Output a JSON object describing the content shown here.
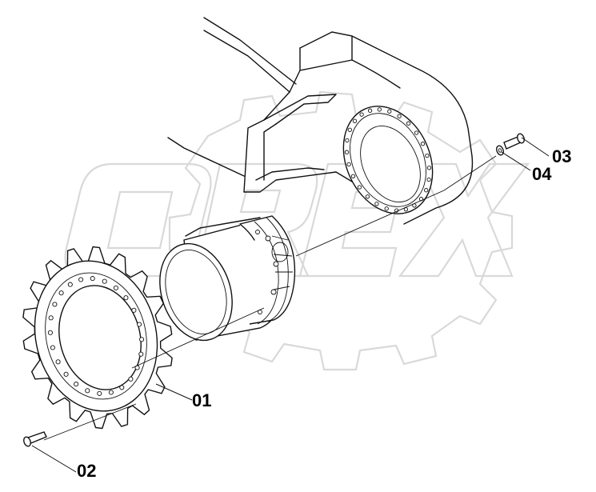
{
  "parts": [
    {
      "id": "sprocket",
      "label": "01"
    },
    {
      "id": "sprocket-bolt",
      "label": "02"
    },
    {
      "id": "motor-bolt",
      "label": "03"
    },
    {
      "id": "washer",
      "label": "04"
    }
  ],
  "watermark": {
    "text": "OREX"
  },
  "colors": {
    "line": "#111111",
    "watermark": "#d9d9d9",
    "background": "#ffffff"
  }
}
